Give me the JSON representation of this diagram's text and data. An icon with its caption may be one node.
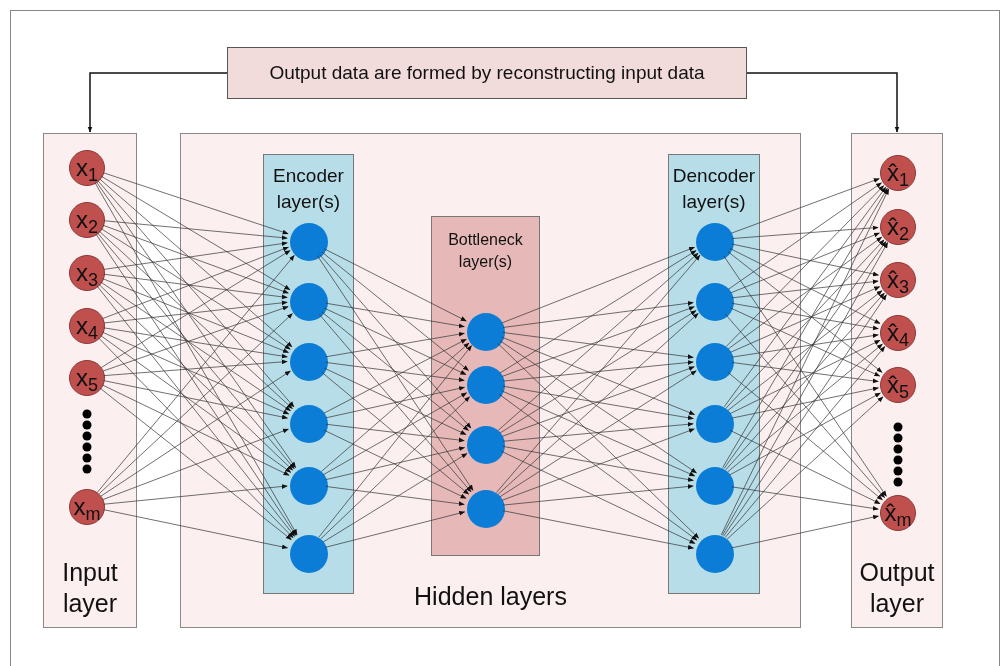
{
  "diagram": {
    "nodes": [
      {
        "text": [
          "Output data are formed by reconstructing input data"
        ]
      },
      {
        "text": [
          "Input layer"
        ]
      },
      {
        "text": [
          "x$_{1}$"
        ],
        "in": 1
      },
      {
        "text": [
          "x$_{2}$"
        ],
        "in": 1
      },
      {
        "text": [
          "x$_{3}$"
        ],
        "in": 1
      },
      {
        "text": [
          "x$_{4}$"
        ],
        "in": 1
      },
      {
        "text": [
          "x$_{5}$"
        ],
        "in": 1
      },
      {
        "text": [
          "x$_{m}$"
        ],
        "in": 1
      },
      {
        "text": [
          "Hidden layers"
        ]
      },
      {
        "text": [
          "Encoder layer(s)"
        ],
        "in": 8
      },
      {
        "text": [],
        "shape": "circle",
        "in": 9
      },
      {
        "text": [],
        "shape": "circle",
        "in": 9
      },
      {
        "text": [],
        "shape": "circle",
        "in": 9
      },
      {
        "text": [],
        "shape": "circle",
        "in": 9
      },
      {
        "text": [],
        "shape": "circle",
        "in": 9
      },
      {
        "text": [],
        "shape": "circle",
        "in": 9
      },
      {
        "text": [
          "Bottleneck layer(s)"
        ],
        "in": 8
      },
      {
        "text": [],
        "shape": "circle",
        "in": 16
      },
      {
        "text": [],
        "shape": "circle",
        "in": 16
      },
      {
        "text": [],
        "shape": "circle",
        "in": 16
      },
      {
        "text": [],
        "shape": "circle",
        "in": 16
      },
      {
        "text": [
          "Dencoder layer(s)"
        ],
        "in": 8
      },
      {
        "text": [],
        "shape": "circle",
        "in": 21
      },
      {
        "text": [],
        "shape": "circle",
        "in": 21
      },
      {
        "text": [],
        "shape": "circle",
        "in": 21
      },
      {
        "text": [],
        "shape": "circle",
        "in": 21
      },
      {
        "text": [],
        "shape": "circle",
        "in": 21
      },
      {
        "text": [],
        "shape": "circle",
        "in": 21
      },
      {
        "text": [
          "Output layer"
        ]
      },
      {
        "text": [
          "x̂$_{1}$"
        ],
        "in": 28
      },
      {
        "text": [
          "x̂$_{2}$"
        ],
        "in": 28
      },
      {
        "text": [
          "x̂$_{3}$"
        ],
        "in": 28
      },
      {
        "text": [
          "x̂$_{4}$"
        ],
        "in": 28
      },
      {
        "text": [
          "x̂$_{5}$"
        ],
        "in": 28
      },
      {
        "text": [
          "x̂$_{m}$"
        ],
        "in": 28
      }
    ],
    "edges": [
      {
        "from": 0,
        "to": 1,
        "arrow": "to"
      },
      {
        "from": 0,
        "to": 28,
        "arrow": "to"
      },
      {
        "from": 2,
        "to": 10,
        "arrow": "to"
      },
      {
        "from": 2,
        "to": 11,
        "arrow": "to"
      },
      {
        "from": 2,
        "to": 12,
        "arrow": "to"
      },
      {
        "from": 2,
        "to": 13,
        "arrow": "to"
      },
      {
        "from": 2,
        "to": 14,
        "arrow": "to"
      },
      {
        "from": 2,
        "to": 15,
        "arrow": "to"
      },
      {
        "from": 3,
        "to": 10,
        "arrow": "to"
      },
      {
        "from": 3,
        "to": 11,
        "arrow": "to"
      },
      {
        "from": 3,
        "to": 12,
        "arrow": "to"
      },
      {
        "from": 3,
        "to": 13,
        "arrow": "to"
      },
      {
        "from": 3,
        "to": 14,
        "arrow": "to"
      },
      {
        "from": 3,
        "to": 15,
        "arrow": "to"
      },
      {
        "from": 4,
        "to": 10,
        "arrow": "to"
      },
      {
        "from": 4,
        "to": 11,
        "arrow": "to"
      },
      {
        "from": 4,
        "to": 12,
        "arrow": "to"
      },
      {
        "from": 4,
        "to": 13,
        "arrow": "to"
      },
      {
        "from": 4,
        "to": 14,
        "arrow": "to"
      },
      {
        "from": 4,
        "to": 15,
        "arrow": "to"
      },
      {
        "from": 5,
        "to": 10,
        "arrow": "to"
      },
      {
        "from": 5,
        "to": 11,
        "arrow": "to"
      },
      {
        "from": 5,
        "to": 12,
        "arrow": "to"
      },
      {
        "from": 5,
        "to": 13,
        "arrow": "to"
      },
      {
        "from": 5,
        "to": 14,
        "arrow": "to"
      },
      {
        "from": 5,
        "to": 15,
        "arrow": "to"
      },
      {
        "from": 6,
        "to": 10,
        "arrow": "to"
      },
      {
        "from": 6,
        "to": 11,
        "arrow": "to"
      },
      {
        "from": 6,
        "to": 12,
        "arrow": "to"
      },
      {
        "from": 6,
        "to": 13,
        "arrow": "to"
      },
      {
        "from": 6,
        "to": 14,
        "arrow": "to"
      },
      {
        "from": 6,
        "to": 15,
        "arrow": "to"
      },
      {
        "from": 7,
        "to": 10,
        "arrow": "to"
      },
      {
        "from": 7,
        "to": 11,
        "arrow": "to"
      },
      {
        "from": 7,
        "to": 12,
        "arrow": "to"
      },
      {
        "from": 7,
        "to": 13,
        "arrow": "to"
      },
      {
        "from": 7,
        "to": 14,
        "arrow": "to"
      },
      {
        "from": 7,
        "to": 15,
        "arrow": "to"
      },
      {
        "from": 10,
        "to": 17,
        "arrow": "to"
      },
      {
        "from": 10,
        "to": 18,
        "arrow": "to"
      },
      {
        "from": 10,
        "to": 19,
        "arrow": "to"
      },
      {
        "from": 10,
        "to": 20,
        "arrow": "to"
      },
      {
        "from": 11,
        "to": 17,
        "arrow": "to"
      },
      {
        "from": 11,
        "to": 18,
        "arrow": "to"
      },
      {
        "from": 11,
        "to": 19,
        "arrow": "to"
      },
      {
        "from": 11,
        "to": 20,
        "arrow": "to"
      },
      {
        "from": 12,
        "to": 17,
        "arrow": "to"
      },
      {
        "from": 12,
        "to": 18,
        "arrow": "to"
      },
      {
        "from": 12,
        "to": 19,
        "arrow": "to"
      },
      {
        "from": 12,
        "to": 20,
        "arrow": "to"
      },
      {
        "from": 13,
        "to": 17,
        "arrow": "to"
      },
      {
        "from": 13,
        "to": 18,
        "arrow": "to"
      },
      {
        "from": 13,
        "to": 19,
        "arrow": "to"
      },
      {
        "from": 13,
        "to": 20,
        "arrow": "to"
      },
      {
        "from": 14,
        "to": 17,
        "arrow": "to"
      },
      {
        "from": 14,
        "to": 18,
        "arrow": "to"
      },
      {
        "from": 14,
        "to": 19,
        "arrow": "to"
      },
      {
        "from": 14,
        "to": 20,
        "arrow": "to"
      },
      {
        "from": 15,
        "to": 17,
        "arrow": "to"
      },
      {
        "from": 15,
        "to": 18,
        "arrow": "to"
      },
      {
        "from": 15,
        "to": 19,
        "arrow": "to"
      },
      {
        "from": 15,
        "to": 20,
        "arrow": "to"
      },
      {
        "from": 17,
        "to": 22,
        "arrow": "to"
      },
      {
        "from": 17,
        "to": 23,
        "arrow": "to"
      },
      {
        "from": 17,
        "to": 24,
        "arrow": "to"
      },
      {
        "from": 17,
        "to": 25,
        "arrow": "to"
      },
      {
        "from": 17,
        "to": 26,
        "arrow": "to"
      },
      {
        "from": 17,
        "to": 27,
        "arrow": "to"
      },
      {
        "from": 18,
        "to": 22,
        "arrow": "to"
      },
      {
        "from": 18,
        "to": 23,
        "arrow": "to"
      },
      {
        "from": 18,
        "to": 24,
        "arrow": "to"
      },
      {
        "from": 18,
        "to": 25,
        "arrow": "to"
      },
      {
        "from": 18,
        "to": 26,
        "arrow": "to"
      },
      {
        "from": 18,
        "to": 27,
        "arrow": "to"
      },
      {
        "from": 19,
        "to": 22,
        "arrow": "to"
      },
      {
        "from": 19,
        "to": 23,
        "arrow": "to"
      },
      {
        "from": 19,
        "to": 24,
        "arrow": "to"
      },
      {
        "from": 19,
        "to": 25,
        "arrow": "to"
      },
      {
        "from": 19,
        "to": 26,
        "arrow": "to"
      },
      {
        "from": 19,
        "to": 27,
        "arrow": "to"
      },
      {
        "from": 20,
        "to": 22,
        "arrow": "to"
      },
      {
        "from": 20,
        "to": 23,
        "arrow": "to"
      },
      {
        "from": 20,
        "to": 24,
        "arrow": "to"
      },
      {
        "from": 20,
        "to": 25,
        "arrow": "to"
      },
      {
        "from": 20,
        "to": 26,
        "arrow": "to"
      },
      {
        "from": 20,
        "to": 27,
        "arrow": "to"
      },
      {
        "from": 22,
        "to": 29,
        "arrow": "to"
      },
      {
        "from": 22,
        "to": 30,
        "arrow": "to"
      },
      {
        "from": 22,
        "to": 31,
        "arrow": "to"
      },
      {
        "from": 22,
        "to": 32,
        "arrow": "to"
      },
      {
        "from": 22,
        "to": 33,
        "arrow": "to"
      },
      {
        "from": 22,
        "to": 34,
        "arrow": "to"
      },
      {
        "from": 23,
        "to": 29,
        "arrow": "to"
      },
      {
        "from": 23,
        "to": 30,
        "arrow": "to"
      },
      {
        "from": 23,
        "to": 31,
        "arrow": "to"
      },
      {
        "from": 23,
        "to": 32,
        "arrow": "to"
      },
      {
        "from": 23,
        "to": 33,
        "arrow": "to"
      },
      {
        "from": 23,
        "to": 34,
        "arrow": "to"
      },
      {
        "from": 24,
        "to": 29,
        "arrow": "to"
      },
      {
        "from": 24,
        "to": 30,
        "arrow": "to"
      },
      {
        "from": 24,
        "to": 31,
        "arrow": "to"
      },
      {
        "from": 24,
        "to": 32,
        "arrow": "to"
      },
      {
        "from": 24,
        "to": 33,
        "arrow": "to"
      },
      {
        "from": 24,
        "to": 34,
        "arrow": "to"
      },
      {
        "from": 25,
        "to": 29,
        "arrow": "to"
      },
      {
        "from": 25,
        "to": 30,
        "arrow": "to"
      },
      {
        "from": 25,
        "to": 31,
        "arrow": "to"
      },
      {
        "from": 25,
        "to": 32,
        "arrow": "to"
      },
      {
        "from": 25,
        "to": 33,
        "arrow": "to"
      },
      {
        "from": 25,
        "to": 34,
        "arrow": "to"
      },
      {
        "from": 26,
        "to": 29,
        "arrow": "to"
      },
      {
        "from": 26,
        "to": 30,
        "arrow": "to"
      },
      {
        "from": 26,
        "to": 31,
        "arrow": "to"
      },
      {
        "from": 26,
        "to": 32,
        "arrow": "to"
      },
      {
        "from": 26,
        "to": 33,
        "arrow": "to"
      },
      {
        "from": 26,
        "to": 34,
        "arrow": "to"
      },
      {
        "from": 27,
        "to": 29,
        "arrow": "to"
      },
      {
        "from": 27,
        "to": 30,
        "arrow": "to"
      },
      {
        "from": 27,
        "to": 31,
        "arrow": "to"
      },
      {
        "from": 27,
        "to": 32,
        "arrow": "to"
      },
      {
        "from": 27,
        "to": 33,
        "arrow": "to"
      },
      {
        "from": 27,
        "to": 34,
        "arrow": "to"
      }
    ]
  }
}
